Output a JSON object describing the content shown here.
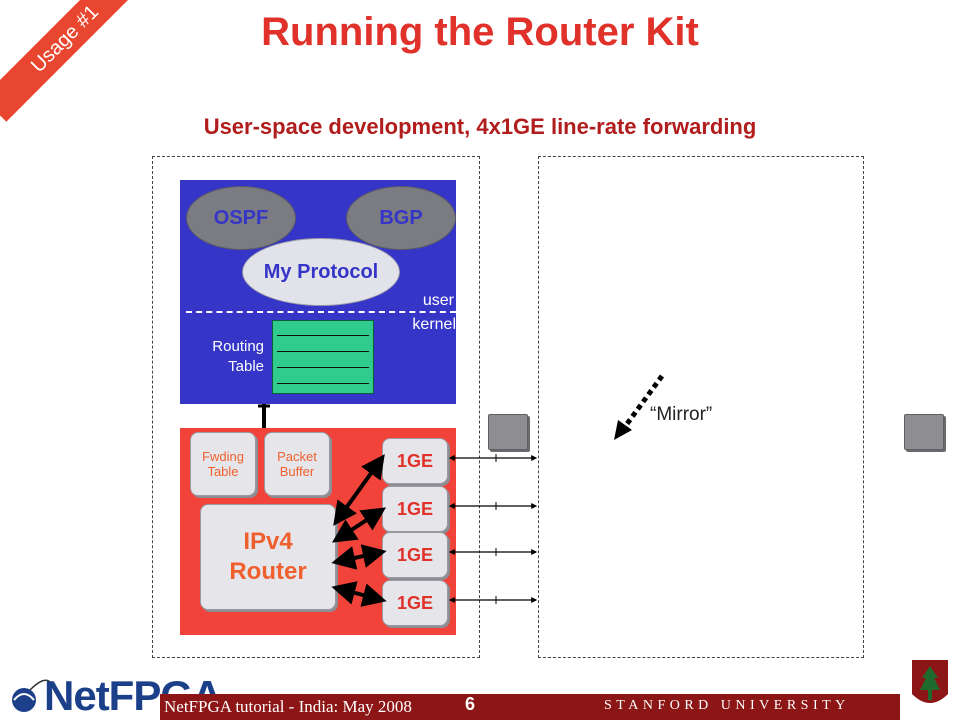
{
  "slide": {
    "title": "Running the Router Kit",
    "subtitle": "User-space development, 4x1GE line-rate forwarding",
    "corner_label": "Usage #1"
  },
  "user_space": {
    "ospf": "OSPF",
    "bgp": "BGP",
    "my_protocol": "My Protocol",
    "user_label": "user",
    "kernel_label": "kernel",
    "routing_table_label_line1": "Routing",
    "routing_table_label_line2": "Table"
  },
  "hardware": {
    "fwding_line1": "Fwding",
    "fwding_line2": "Table",
    "packet_line1": "Packet",
    "packet_line2": "Buffer",
    "router_line1": "IPv4",
    "router_line2": "Router",
    "ports": [
      "1GE",
      "1GE",
      "1GE",
      "1GE"
    ]
  },
  "mirror_label": "“Mirror”",
  "footer": {
    "tutorial": "NetFPGA tutorial - India: May 2008",
    "page": "6",
    "university": "STANFORD UNIVERSITY",
    "logo_text": "NetFPGA"
  },
  "colors": {
    "title": "#e0312a",
    "user_block": "#3535c8",
    "hw_block": "#f1433a",
    "routing_table": "#2fcc8e",
    "footer_bar": "#8c1515"
  }
}
